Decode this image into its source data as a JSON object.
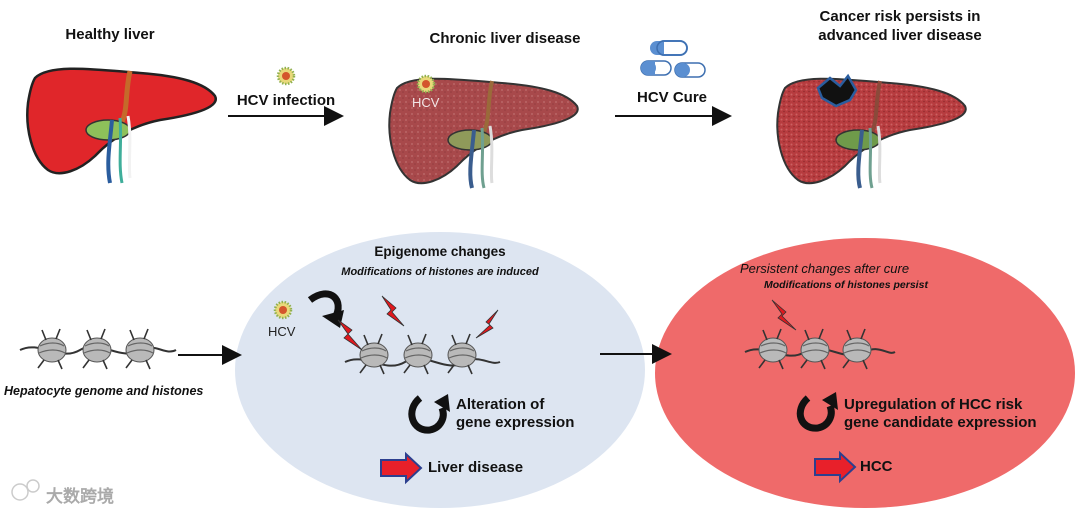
{
  "top": {
    "healthy_label": "Healthy liver",
    "infection_label": "HCV infection",
    "chronic_label": "Chronic liver disease",
    "hcv_in_liver": "HCV",
    "cure_label": "HCV Cure",
    "cancer_label_line1": "Cancer risk persists in",
    "cancer_label_line2": "advanced liver disease"
  },
  "bottom": {
    "genome_label": "Hepatocyte genome and histones",
    "epi_title": "Epigenome changes",
    "epi_subtitle": "Modifications of histones are induced",
    "hcv_label": "HCV",
    "alteration_line1": "Alteration of",
    "alteration_line2": "gene expression",
    "liver_disease": "Liver disease",
    "persist_title": "Persistent changes after cure",
    "persist_subtitle": "Modifications of histones persist",
    "upreg_line1": "Upregulation of HCC risk",
    "upreg_line2": "gene candidate expression",
    "hcc": "HCC"
  },
  "watermark": "大数跨境",
  "colors": {
    "liver_healthy": "#e0262a",
    "liver_diseased": "#a8494b",
    "gallbladder": "#8ec05a",
    "ellipse_blue": "#dde5f1",
    "ellipse_red": "#ef6a6a",
    "arrow_fill": "#e8202a",
    "arrow_outline": "#2c3f8f",
    "pill_blue": "#5b8fd1",
    "lightning": "#e0181e"
  }
}
